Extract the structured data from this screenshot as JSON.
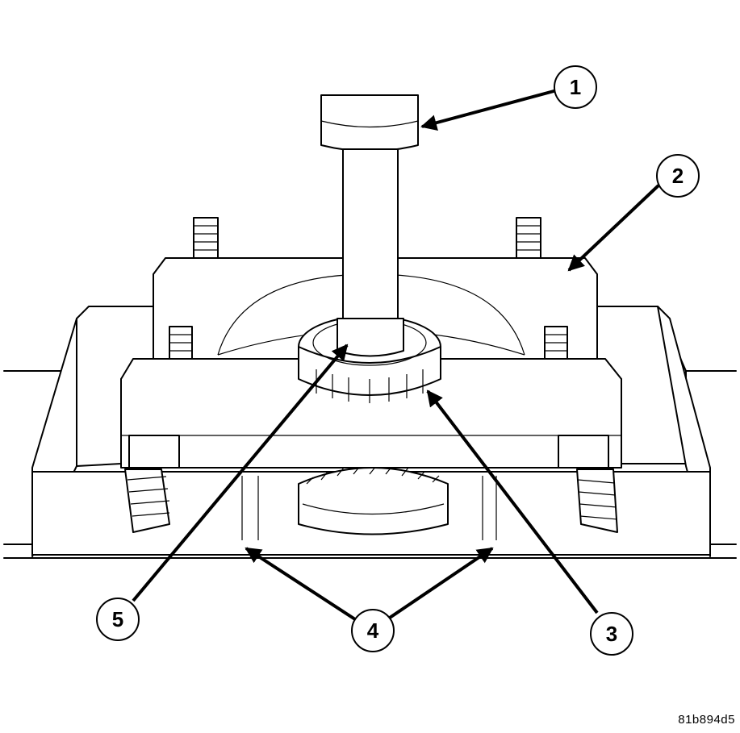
{
  "figure": {
    "code": "81b894d5"
  },
  "callouts": [
    {
      "id": "1",
      "label": "1"
    },
    {
      "id": "2",
      "label": "2"
    },
    {
      "id": "3",
      "label": "3"
    },
    {
      "id": "4",
      "label": "4"
    },
    {
      "id": "5",
      "label": "5"
    }
  ]
}
